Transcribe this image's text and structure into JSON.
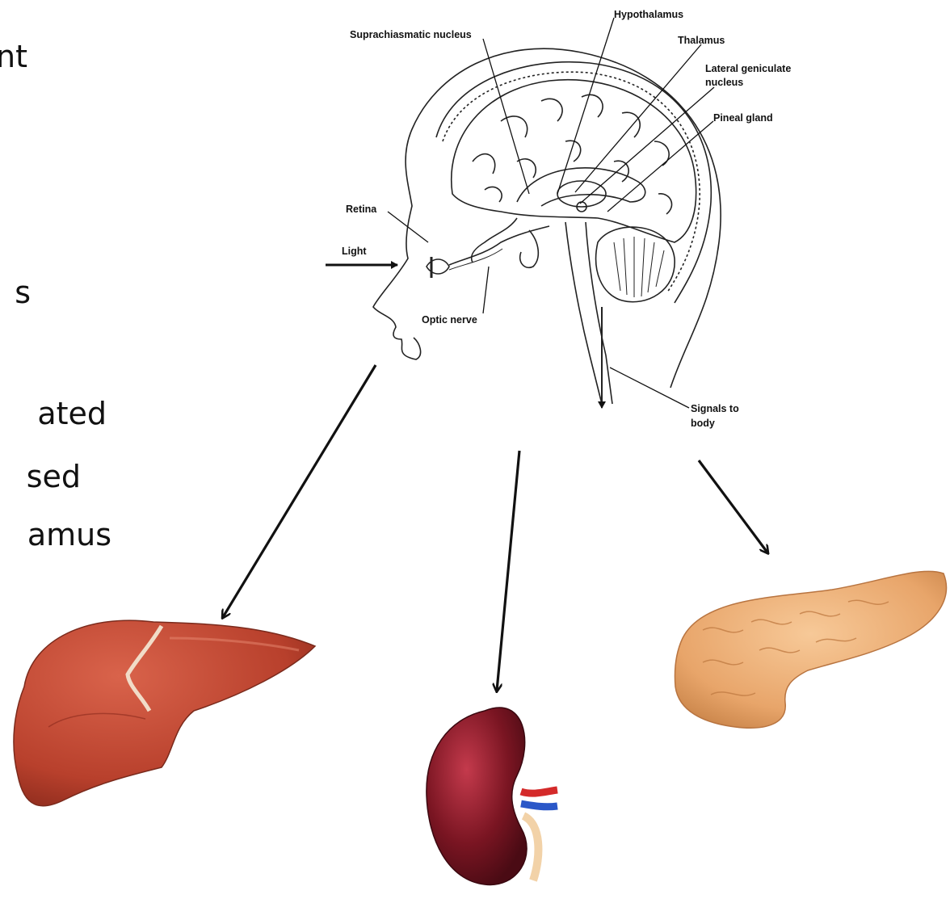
{
  "slide_text_fragments": [
    "nt",
    "s",
    "ated",
    "sed",
    "amus"
  ],
  "brain_labels": {
    "hypothalamus": "Hypothalamus",
    "suprachiasmatic": "Suprachiasmatic nucleus",
    "thalamus": "Thalamus",
    "lgn_line1": "Lateral geniculate",
    "lgn_line2": "nucleus",
    "pineal": "Pineal gland",
    "retina": "Retina",
    "light": "Light",
    "optic_nerve": "Optic nerve",
    "signals_line1": "Signals to",
    "signals_line2": "body"
  },
  "organs": [
    "liver",
    "kidney",
    "pancreas"
  ],
  "colors": {
    "liver": "#b8402c",
    "kidney": "#7a1522",
    "pancreas": "#e8a56a",
    "artery": "#d42a2a",
    "vein": "#2a57c8"
  }
}
